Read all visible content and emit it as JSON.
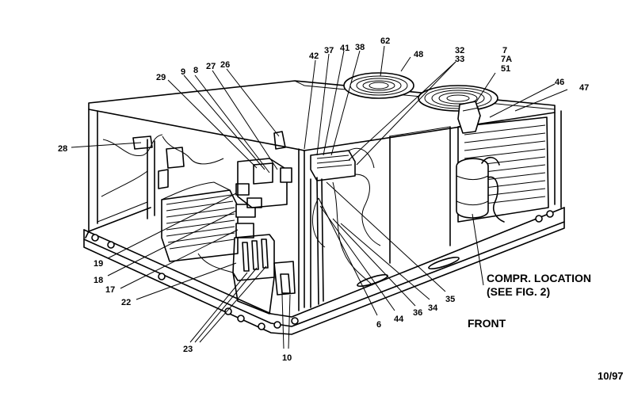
{
  "labels": {
    "p62": "62",
    "p48a": "48",
    "p32": "32",
    "p33": "33",
    "p7": "7",
    "p7a": "7A",
    "p51": "51",
    "p46": "46",
    "p47": "47",
    "p42": "42",
    "p37": "37",
    "p41": "41",
    "p38": "38",
    "p29": "29",
    "p9": "9",
    "p8a": "8",
    "p27": "27",
    "p26": "26",
    "p28": "28",
    "p19": "19",
    "p18": "18",
    "p17": "17",
    "p22": "22",
    "p23": "23",
    "p10": "10",
    "p6": "6",
    "p44": "44",
    "p36": "36",
    "p34": "34",
    "p35": "35"
  },
  "notes": {
    "compr_line1": "COMPR. LOCATION",
    "compr_line2": "(SEE FIG. 2)",
    "front": "FRONT",
    "date": "10/97"
  }
}
